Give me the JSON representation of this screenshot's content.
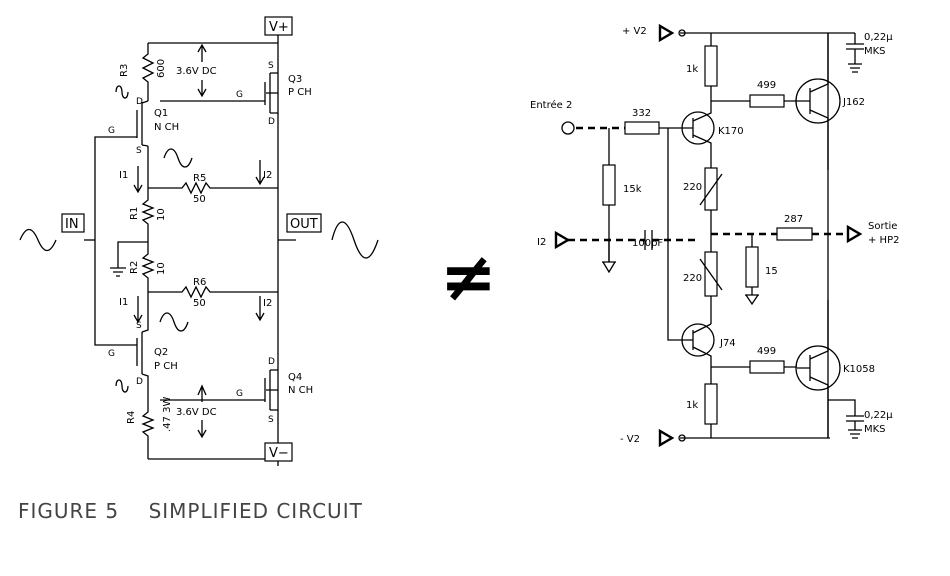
{
  "left_circuit": {
    "terminals": {
      "vplus": "V+",
      "vminus": "V−",
      "input": "IN",
      "output": "OUT"
    },
    "components": {
      "r3": {
        "name": "R3",
        "value": "600"
      },
      "r1": {
        "name": "R1",
        "value": "10"
      },
      "r2": {
        "name": "R2",
        "value": "10"
      },
      "r4": {
        "name": "R4",
        "value": ".47 3W"
      },
      "r5": {
        "name": "R5",
        "value": "50"
      },
      "r6": {
        "name": "R6",
        "value": "50"
      }
    },
    "transistors": {
      "q1": {
        "name": "Q1",
        "type": "N CH"
      },
      "q2": {
        "name": "Q2",
        "type": "P CH"
      },
      "q3": {
        "name": "Q3",
        "type": "P CH"
      },
      "q4": {
        "name": "Q4",
        "type": "N CH"
      }
    },
    "pins": {
      "gate": "G",
      "source": "S",
      "drain": "D"
    },
    "voltages": {
      "top": "3.6V DC",
      "bottom": "3.6V DC"
    },
    "currents": {
      "i1": "I1",
      "i2": "I2"
    }
  },
  "symbol": "≠",
  "caption": "FIGURE 5    SIMPLIFIED CIRCUIT",
  "right_circuit": {
    "supply_pos": "+ V2",
    "supply_neg": "- V2",
    "input_label": "Entrée 2",
    "i2_label": "I2",
    "output_label_1": "Sortie",
    "output_label_2": "+ HP2",
    "caps": {
      "top": "0,22µ",
      "top_type": "MKS",
      "bottom": "0,22µ",
      "bottom_type": "MKS",
      "input": "100pF"
    },
    "resistors": {
      "r1k_top": "1k",
      "r499_top": "499",
      "r332": "332",
      "r15k": "15k",
      "r220_top": "220",
      "r220_bot": "220",
      "r287": "287",
      "r15": "15",
      "r499_bot": "499",
      "r1k_bot": "1k"
    },
    "transistors": {
      "k170": "K170",
      "j162": "J162",
      "j74": "J74",
      "k1058": "K1058"
    }
  }
}
